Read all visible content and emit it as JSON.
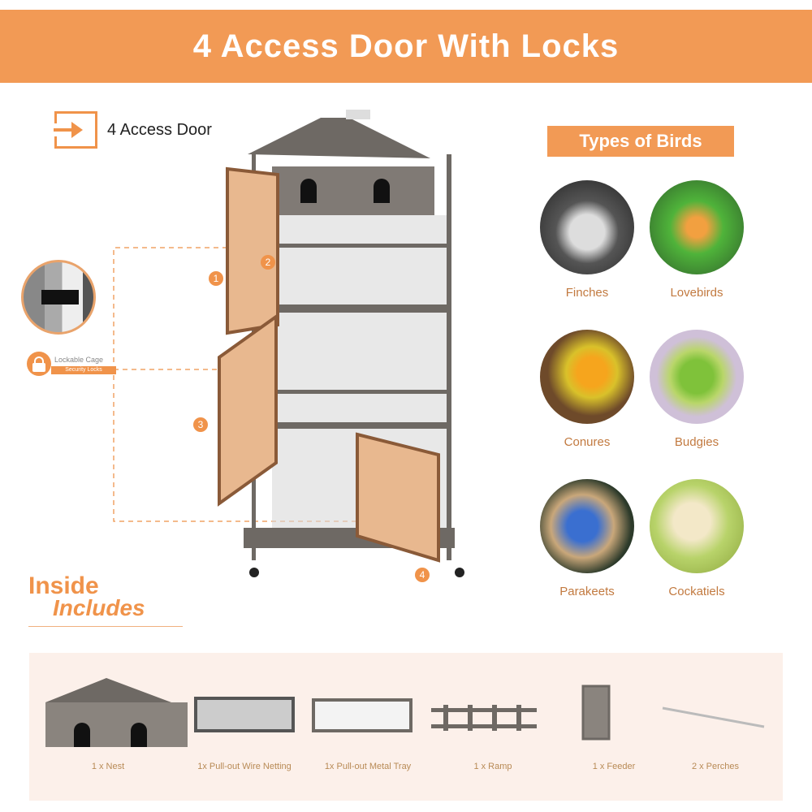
{
  "banner": {
    "title": "4 Access Door With Locks"
  },
  "door_label": "4 Access Door",
  "lock": {
    "title": "Lockable Cage",
    "subtitle": "Security Locks"
  },
  "door_numbers": [
    "1",
    "2",
    "3",
    "4"
  ],
  "types": {
    "title": "Types of Birds",
    "birds": [
      {
        "name": "Finches"
      },
      {
        "name": "Lovebirds"
      },
      {
        "name": "Conures"
      },
      {
        "name": "Budgies"
      },
      {
        "name": "Parakeets"
      },
      {
        "name": "Cockatiels"
      }
    ]
  },
  "inside": {
    "line1": "Inside",
    "line2": "Includes"
  },
  "items": [
    "1 x Nest",
    "1x Pull-out Wire Netting",
    "1x Pull-out Metal Tray",
    "1 x Ramp",
    "1 x Feeder",
    "2 x Perches"
  ],
  "colors": {
    "accent": "#f29a55",
    "panel": "#fcf0ea",
    "wood": "#6f6a66"
  }
}
